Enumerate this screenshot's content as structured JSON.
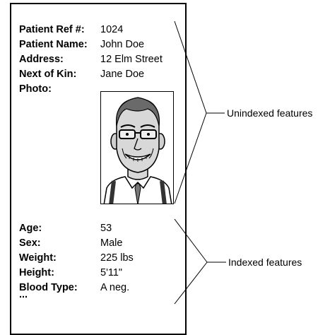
{
  "card": {
    "top_fields": [
      {
        "label": "Patient Ref #:",
        "value": "1024"
      },
      {
        "label": "Patient Name:",
        "value": "John Doe"
      },
      {
        "label": "Address:",
        "value": "12 Elm Street"
      },
      {
        "label": "Next of Kin:",
        "value": "Jane Doe"
      },
      {
        "label": "Photo:",
        "value": ""
      }
    ],
    "bottom_fields": [
      {
        "label": "Age:",
        "value": "53"
      },
      {
        "label": "Sex:",
        "value": "Male"
      },
      {
        "label": "Weight:",
        "value": "225 lbs"
      },
      {
        "label": "Height:",
        "value": "5'11\""
      },
      {
        "label": "Blood Type:",
        "value": "A neg."
      }
    ],
    "ellipsis": "..."
  },
  "callouts": {
    "unindexed": "Unindexed features",
    "indexed": "Indexed features"
  }
}
